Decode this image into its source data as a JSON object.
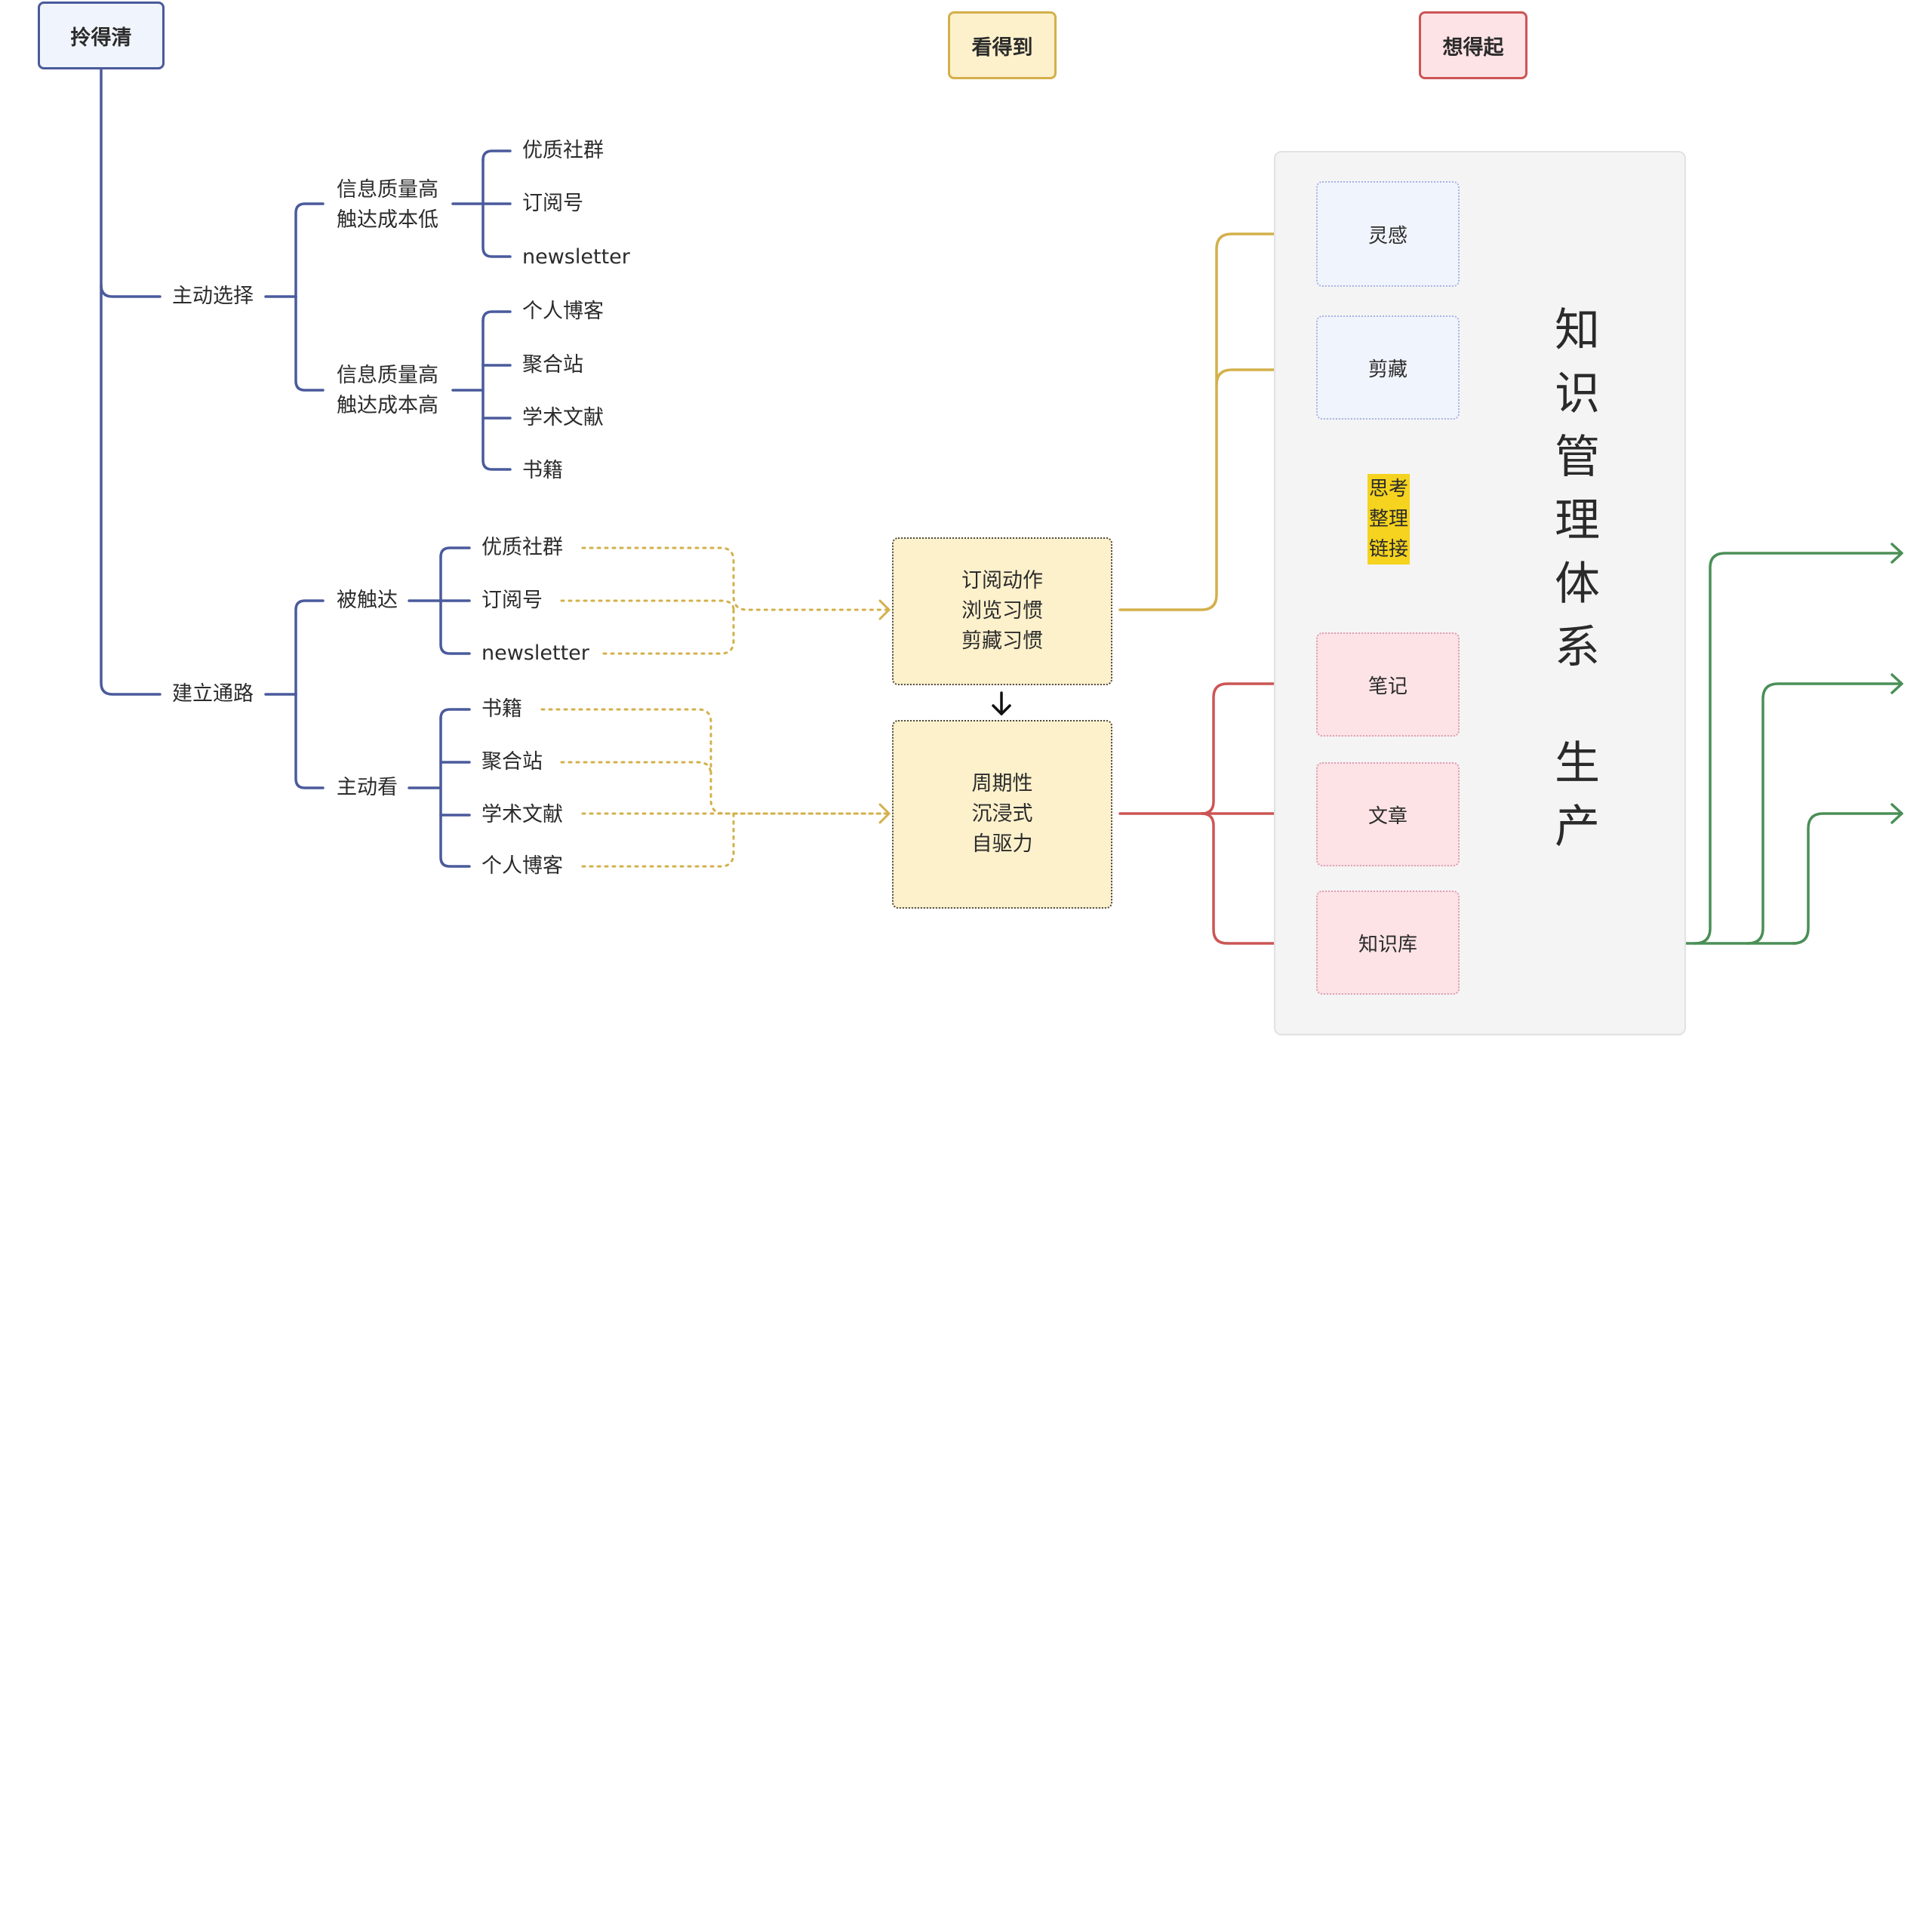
{
  "headers": {
    "pick": "拎得清",
    "see": "看得到",
    "recall": "想得起"
  },
  "tree": {
    "active_choice": "主动选择",
    "group_low_cost": [
      "信息质量高",
      "触达成本低"
    ],
    "low_cost_items": [
      "优质社群",
      "订阅号",
      "newsletter"
    ],
    "group_high_cost": [
      "信息质量高",
      "触达成本高"
    ],
    "high_cost_items": [
      "个人博客",
      "聚合站",
      "学术文献",
      "书籍"
    ],
    "build_path": "建立通路",
    "reached": "被触达",
    "reached_items": [
      "优质社群",
      "订阅号",
      "newsletter"
    ],
    "active_read": "主动看",
    "active_read_items": [
      "书籍",
      "聚合站",
      "学术文献",
      "个人博客"
    ]
  },
  "habits": {
    "box1": [
      "订阅动作",
      "浏览习惯",
      "剪藏习惯"
    ],
    "box2": [
      "周期性",
      "沉浸式",
      "自驱力"
    ]
  },
  "system": {
    "inspiration": "灵感",
    "clipping": "剪藏",
    "process": [
      "思考",
      "整理",
      "链接"
    ],
    "notes": "笔记",
    "article": "文章",
    "knowledge_base": "知识库",
    "title_chars": [
      "知",
      "识",
      "管",
      "理",
      "体",
      "系"
    ],
    "production_chars": [
      "生",
      "产"
    ]
  },
  "colors": {
    "tree": "#4a5a9c",
    "habit": "#d3b04a",
    "flow_red": "#cc5555",
    "output_green": "#4a8f57",
    "process_blue": "#4a72c4"
  }
}
